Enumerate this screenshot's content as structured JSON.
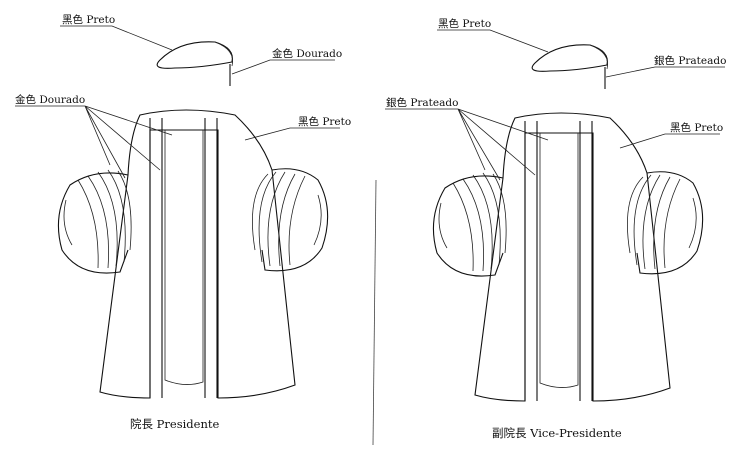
{
  "left_figure": {
    "cap_label": "黑色 Preto",
    "tassel_label": "金色 Dourado",
    "trim_label": "金色 Dourado",
    "body_label": "黑色 Preto",
    "caption": "院長  Presidente"
  },
  "right_figure": {
    "cap_label": "黑色 Preto",
    "tassel_label": "銀色 Prateado",
    "trim_label": "銀色 Prateado",
    "body_label": "黑色 Preto",
    "caption": "副院長  Vice-Presidente"
  }
}
